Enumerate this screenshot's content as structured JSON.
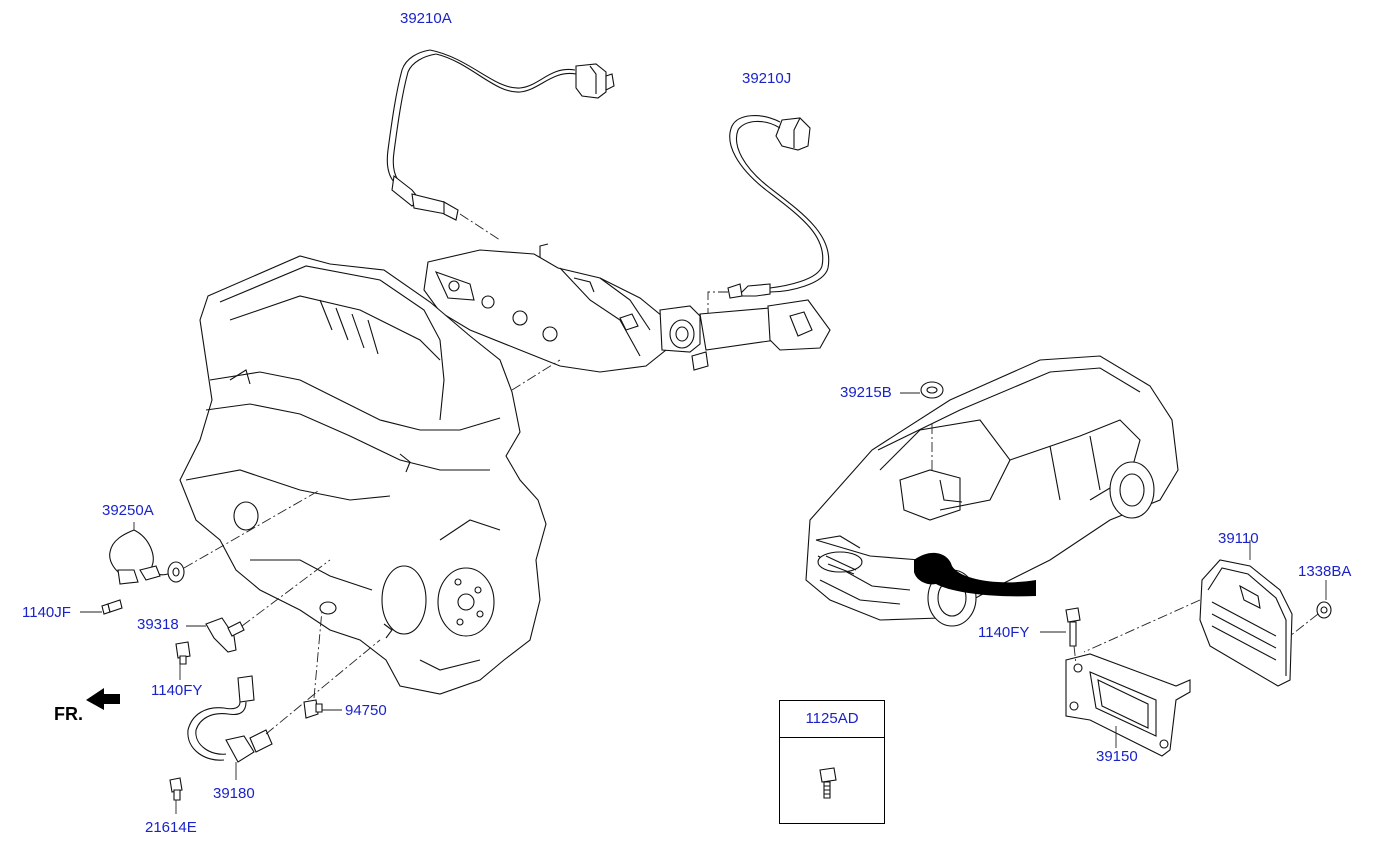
{
  "diagram": {
    "direction_label": "FR.",
    "parts": {
      "p39210A": "39210A",
      "p39210J": "39210J",
      "p39215B": "39215B",
      "p39250A": "39250A",
      "p1140JF": "1140JF",
      "p39318": "39318",
      "p1140FY_left": "1140FY",
      "p94750": "94750",
      "p39180": "39180",
      "p21614E": "21614E",
      "p39110": "39110",
      "p1338BA": "1338BA",
      "p1140FY_right": "1140FY",
      "p39150": "39150"
    },
    "detail_box": {
      "title": "1125AD"
    }
  }
}
